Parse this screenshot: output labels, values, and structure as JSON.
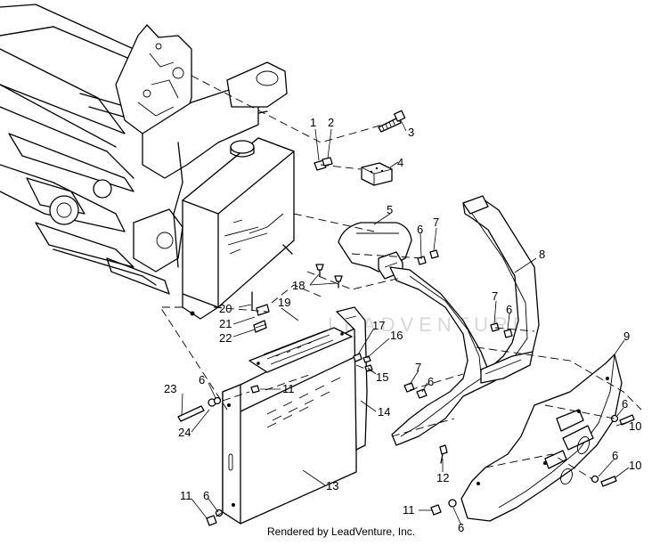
{
  "callouts": [
    {
      "id": "c1",
      "label": "1"
    },
    {
      "id": "c2",
      "label": "2"
    },
    {
      "id": "c3",
      "label": "3"
    },
    {
      "id": "c4",
      "label": "4"
    },
    {
      "id": "c5",
      "label": "5"
    },
    {
      "id": "c6a",
      "label": "6"
    },
    {
      "id": "c7a",
      "label": "7"
    },
    {
      "id": "c8",
      "label": "8"
    },
    {
      "id": "c7b",
      "label": "7"
    },
    {
      "id": "c6b",
      "label": "6"
    },
    {
      "id": "c18",
      "label": "18"
    },
    {
      "id": "c9",
      "label": "9"
    },
    {
      "id": "c20",
      "label": "20"
    },
    {
      "id": "c19",
      "label": "19"
    },
    {
      "id": "c21",
      "label": "21"
    },
    {
      "id": "c22",
      "label": "22"
    },
    {
      "id": "c17",
      "label": "17"
    },
    {
      "id": "c16",
      "label": "16"
    },
    {
      "id": "c7c",
      "label": "7"
    },
    {
      "id": "c15",
      "label": "15"
    },
    {
      "id": "c6c",
      "label": "6"
    },
    {
      "id": "c11a",
      "label": "11"
    },
    {
      "id": "c23",
      "label": "23"
    },
    {
      "id": "c6d",
      "label": "6"
    },
    {
      "id": "c14",
      "label": "14"
    },
    {
      "id": "c24",
      "label": "24"
    },
    {
      "id": "c6e",
      "label": "6"
    },
    {
      "id": "c10a",
      "label": "10"
    },
    {
      "id": "c12",
      "label": "12"
    },
    {
      "id": "c13",
      "label": "13"
    },
    {
      "id": "c6f",
      "label": "6"
    },
    {
      "id": "c10b",
      "label": "10"
    },
    {
      "id": "c11b",
      "label": "11"
    },
    {
      "id": "c6g",
      "label": "6"
    },
    {
      "id": "c11c",
      "label": "11"
    },
    {
      "id": "c6h",
      "label": "6"
    }
  ],
  "credit": "Rendered by LeadVenture, Inc.",
  "watermark": "LEADVENTURE"
}
